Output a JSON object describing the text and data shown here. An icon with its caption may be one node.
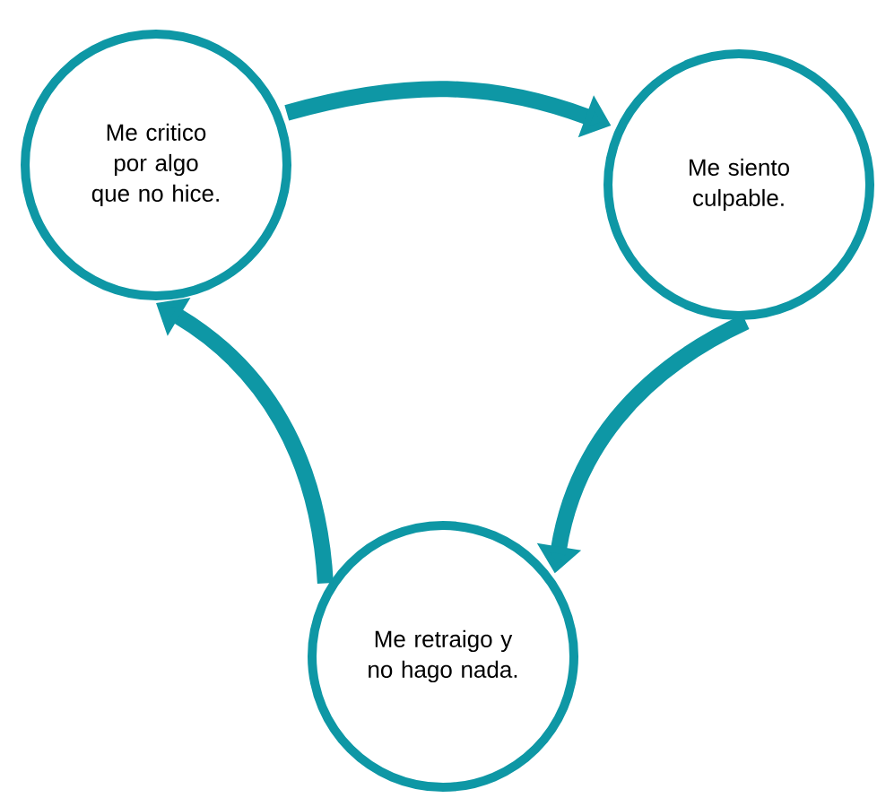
{
  "diagram": {
    "nodes": [
      {
        "text": [
          "Me critico por algo que no hice."
        ]
      },
      {
        "text": [
          "Me siento culpable."
        ]
      },
      {
        "text": [
          "Me retraigo y no hago nada."
        ]
      }
    ],
    "edges": [
      {
        "from": 0,
        "to": 1,
        "arrow": "to"
      },
      {
        "from": 1,
        "to": 2,
        "arrow": "to"
      },
      {
        "from": 2,
        "to": 0,
        "arrow": "to"
      }
    ]
  }
}
